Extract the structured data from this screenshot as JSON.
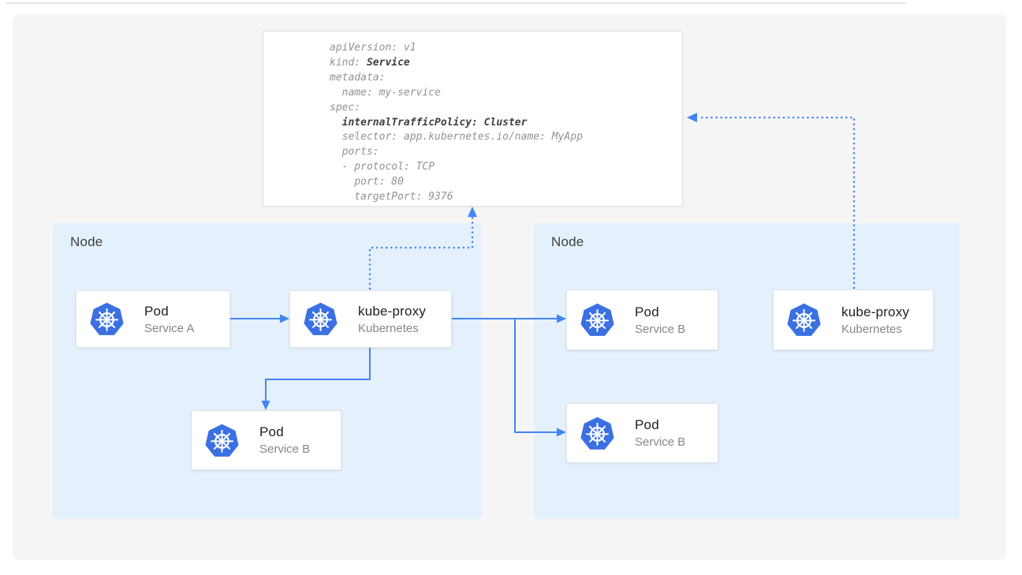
{
  "colors": {
    "accent": "#4285f4",
    "kubernetes_blue": "#3a70e2",
    "node_bg": "#e4f1fc",
    "panel_bg": "#f5f5f6",
    "card_border": "#e2e4e7",
    "title_text": "#202124",
    "subtitle_text": "#82878d",
    "node_label": "#3c4043",
    "yaml_text": "#8e9297",
    "yaml_bold": "#3c4045"
  },
  "yaml_box": {
    "lines": [
      {
        "n": "apiVersion: v1",
        "b": ""
      },
      {
        "n": "kind: ",
        "b": "Service"
      },
      {
        "n": "metadata:",
        "b": ""
      },
      {
        "n": "  name: my-service",
        "b": ""
      },
      {
        "n": "spec:",
        "b": ""
      },
      {
        "n": "  ",
        "b": "internalTrafficPolicy: Cluster"
      },
      {
        "n": "  selector: app.kubernetes.io/name: MyApp",
        "b": ""
      },
      {
        "n": "  ports:",
        "b": ""
      },
      {
        "n": "  - protocol: TCP",
        "b": ""
      },
      {
        "n": "    port: 80",
        "b": ""
      },
      {
        "n": "    targetPort: 9376",
        "b": ""
      }
    ]
  },
  "nodes": [
    {
      "label": "Node"
    },
    {
      "label": "Node"
    }
  ],
  "cards": [
    {
      "id": "pod-service-a",
      "title": "Pod",
      "subtitle": "Service A",
      "icon": "kubernetes-icon"
    },
    {
      "id": "kube-proxy-left",
      "title": "kube-proxy",
      "subtitle": "Kubernetes",
      "icon": "kubernetes-icon"
    },
    {
      "id": "pod-service-b-left",
      "title": "Pod",
      "subtitle": "Service B",
      "icon": "kubernetes-icon"
    },
    {
      "id": "pod-service-b-right-top",
      "title": "Pod",
      "subtitle": "Service B",
      "icon": "kubernetes-icon"
    },
    {
      "id": "pod-service-b-right-bottom",
      "title": "Pod",
      "subtitle": "Service B",
      "icon": "kubernetes-icon"
    },
    {
      "id": "kube-proxy-right",
      "title": "kube-proxy",
      "subtitle": "Kubernetes",
      "icon": "kubernetes-icon"
    }
  ]
}
